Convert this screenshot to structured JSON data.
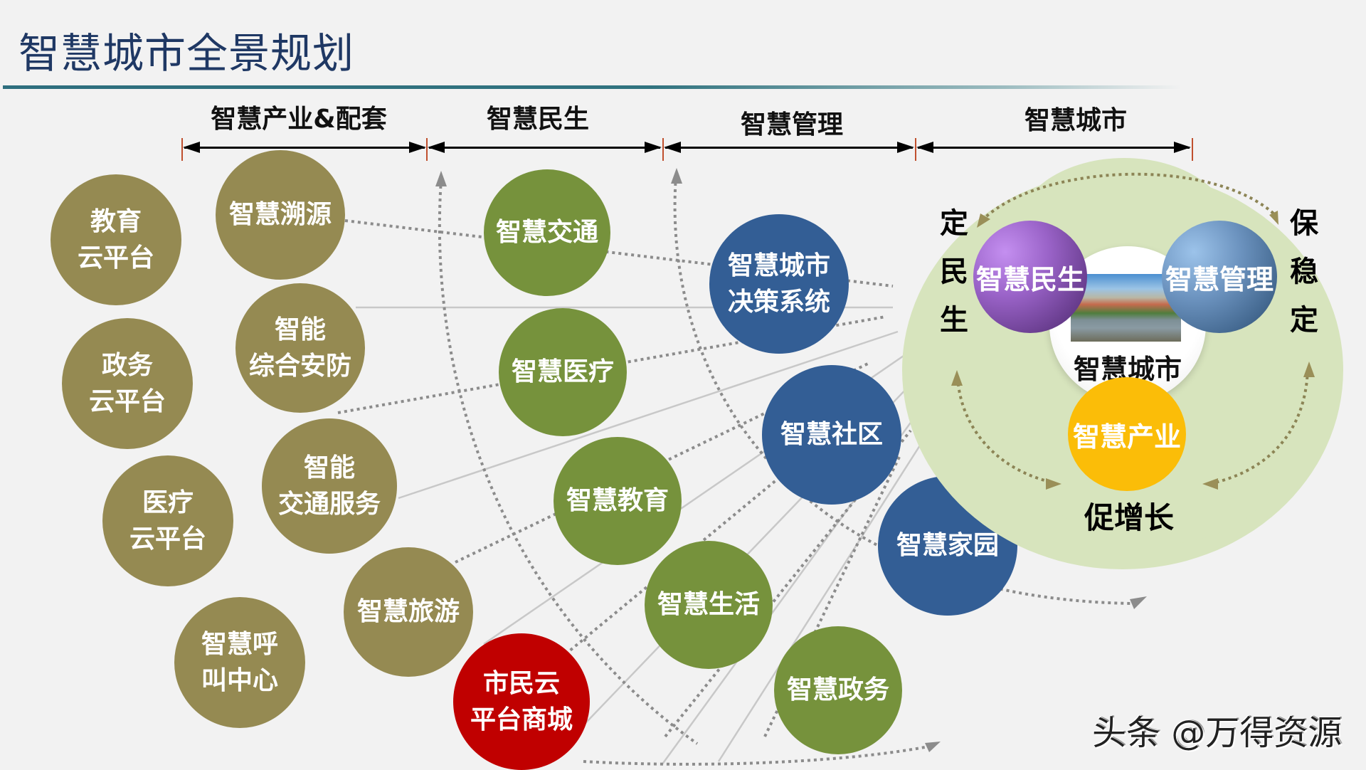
{
  "page": {
    "title": "智慧城市全景规划"
  },
  "sections": [
    {
      "label": "智慧产业&配套"
    },
    {
      "label": "智慧民生"
    },
    {
      "label": "智慧管理"
    },
    {
      "label": "智慧城市"
    }
  ],
  "nodes": {
    "industry_outer": [
      {
        "line1": "教育",
        "line2": "云平台"
      },
      {
        "line1": "政务",
        "line2": "云平台"
      },
      {
        "line1": "医疗",
        "line2": "云平台"
      },
      {
        "line1": "智慧呼",
        "line2": "叫中心"
      }
    ],
    "industry_inner": [
      {
        "line1": "智慧溯源",
        "line2": ""
      },
      {
        "line1": "智能",
        "line2": "综合安防"
      },
      {
        "line1": "智能",
        "line2": "交通服务"
      },
      {
        "line1": "智慧旅游",
        "line2": ""
      }
    ],
    "highlight": {
      "line1": "市民云",
      "line2": "平台商城"
    },
    "livelihood": [
      {
        "label": "智慧交通"
      },
      {
        "label": "智慧医疗"
      },
      {
        "label": "智慧教育"
      },
      {
        "label": "智慧生活"
      },
      {
        "label": "智慧政务"
      }
    ],
    "management": [
      {
        "line1": "智慧城市",
        "line2": "决策系统"
      },
      {
        "line1": "智慧社区",
        "line2": ""
      },
      {
        "line1": "智慧家园",
        "line2": ""
      }
    ]
  },
  "hub": {
    "center_label": "智慧城市",
    "spheres": {
      "livelihood": "智慧民生",
      "management": "智慧管理",
      "industry": "智慧产业"
    },
    "left_vertical": [
      "定",
      "民",
      "生"
    ],
    "right_vertical": [
      "保",
      "稳",
      "定"
    ],
    "bottom_label": "促增长"
  },
  "colors": {
    "olive": "#958a52",
    "green": "#76923c",
    "blue": "#335e95",
    "red": "#c00000",
    "hub_bg": "#d7e4bd",
    "yellow": "#fbbd08",
    "title": "#1f3864"
  },
  "watermark": "头条 @万得资源"
}
